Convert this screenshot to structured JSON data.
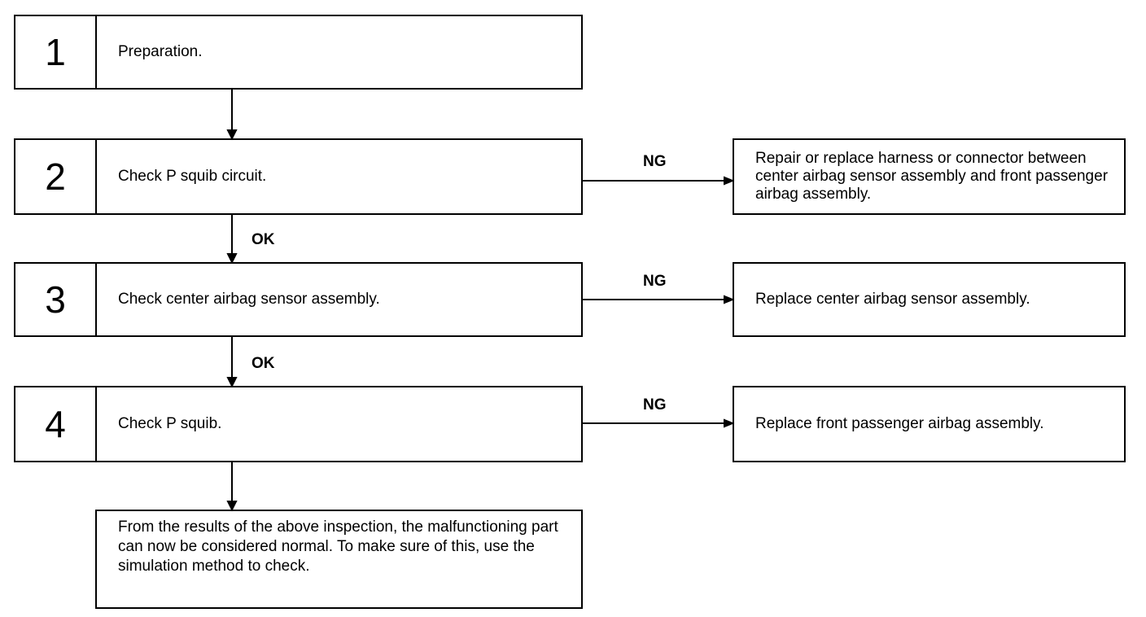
{
  "steps": [
    {
      "number": "1",
      "text": "Preparation."
    },
    {
      "number": "2",
      "text": "Check P squib circuit."
    },
    {
      "number": "3",
      "text": "Check center airbag sensor assembly."
    },
    {
      "number": "4",
      "text": "Check P squib."
    }
  ],
  "results": [
    {
      "branch": "NG",
      "text": "Repair or replace harness or connector between center airbag sensor assembly and front passenger airbag assembly."
    },
    {
      "branch": "NG",
      "text": "Replace center airbag sensor assembly."
    },
    {
      "branch": "NG",
      "text": "Replace front passenger airbag assembly."
    }
  ],
  "ok_labels": [
    "OK",
    "OK"
  ],
  "final": {
    "text": "From the results of the above inspection, the malfunctioning part can now be considered normal. To make sure of this, use the simulation method to check."
  }
}
